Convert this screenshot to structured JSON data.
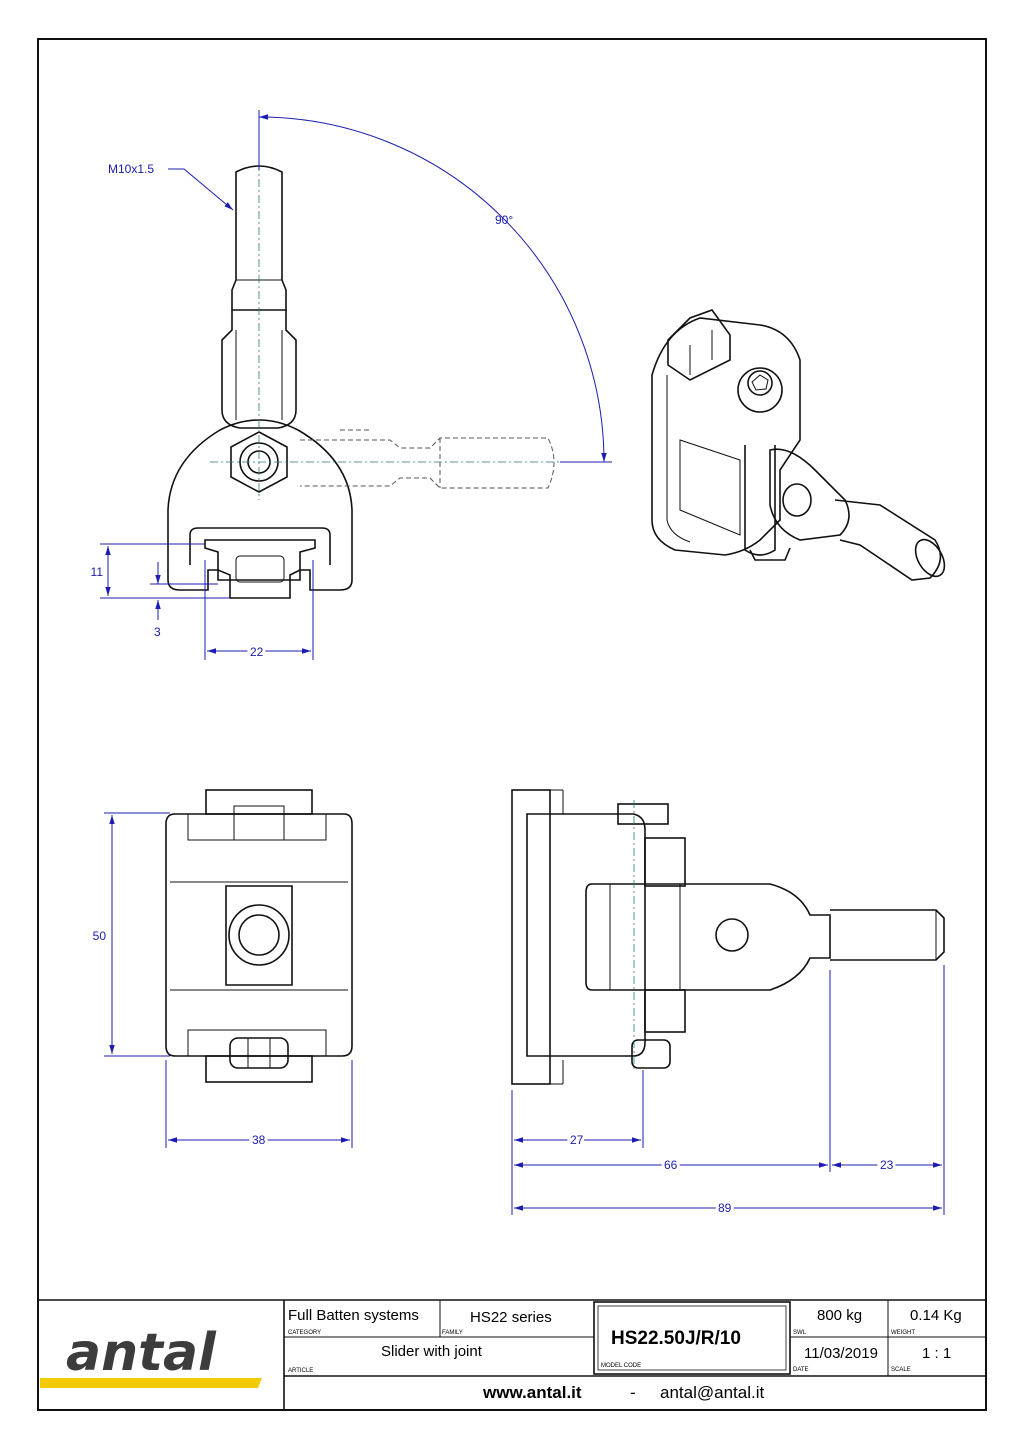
{
  "drawing": {
    "dimensions": {
      "thread": "M10x1.5",
      "angle": "90°",
      "d11": "11",
      "d3": "3",
      "d22": "22",
      "d50": "50",
      "d38": "38",
      "d27": "27",
      "d66": "66",
      "d23": "23",
      "d89": "89"
    }
  },
  "title_block": {
    "logo_text": "antal",
    "category_value": "Full Batten systems",
    "category_label": "CATEGORY",
    "family_value": "HS22 series",
    "family_label": "FAMILY",
    "article_value": "Slider with joint",
    "article_label": "ARTICLE",
    "model_code_value": "HS22.50J/R/10",
    "model_code_label": "MODEL CODE",
    "swl_value": "800 kg",
    "swl_label": "SWL",
    "weight_value": "0.14 Kg",
    "weight_label": "WEIGHT",
    "date_value": "11/03/2019",
    "date_label": "DATE",
    "scale_value": "1 : 1",
    "scale_label": "SCALE",
    "website": "www.antal.it",
    "separator": "-",
    "email": "antal@antal.it"
  },
  "colors": {
    "dimension": "#1c1cb0",
    "brand_yellow": "#f2cb05",
    "logo_gray": "#3c3c3c"
  }
}
